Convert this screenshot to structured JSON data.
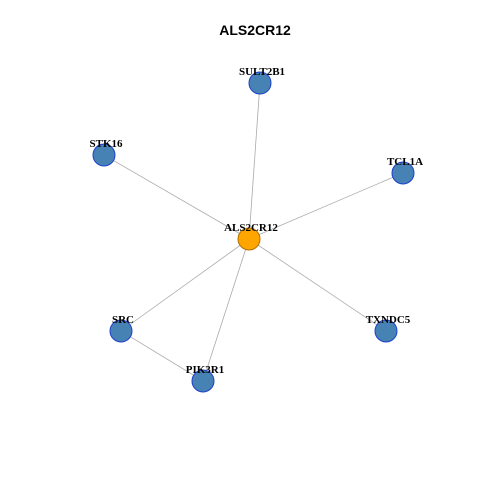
{
  "title": "ALS2CR12",
  "colors": {
    "center_fill": "#FFA500",
    "center_stroke": "#B07000",
    "neighbor_fill": "#4682B4",
    "neighbor_stroke": "#1F3FCC",
    "edge": "#AAAAAA"
  },
  "nodes": [
    {
      "id": "ALS2CR12",
      "label": "ALS2CR12",
      "role": "center"
    },
    {
      "id": "SULT2B1",
      "label": "SULT2B1",
      "role": "neighbor"
    },
    {
      "id": "STK16",
      "label": "STK16",
      "role": "neighbor"
    },
    {
      "id": "TCL1A",
      "label": "TCL1A",
      "role": "neighbor"
    },
    {
      "id": "SRC",
      "label": "SRC",
      "role": "neighbor"
    },
    {
      "id": "TXNDC5",
      "label": "TXNDC5",
      "role": "neighbor"
    },
    {
      "id": "PIK3R1",
      "label": "PIK3R1",
      "role": "neighbor"
    }
  ],
  "edges": [
    {
      "source": "ALS2CR12",
      "target": "SULT2B1"
    },
    {
      "source": "ALS2CR12",
      "target": "STK16"
    },
    {
      "source": "ALS2CR12",
      "target": "TCL1A"
    },
    {
      "source": "ALS2CR12",
      "target": "SRC"
    },
    {
      "source": "ALS2CR12",
      "target": "TXNDC5"
    },
    {
      "source": "ALS2CR12",
      "target": "PIK3R1"
    },
    {
      "source": "SRC",
      "target": "PIK3R1"
    }
  ]
}
